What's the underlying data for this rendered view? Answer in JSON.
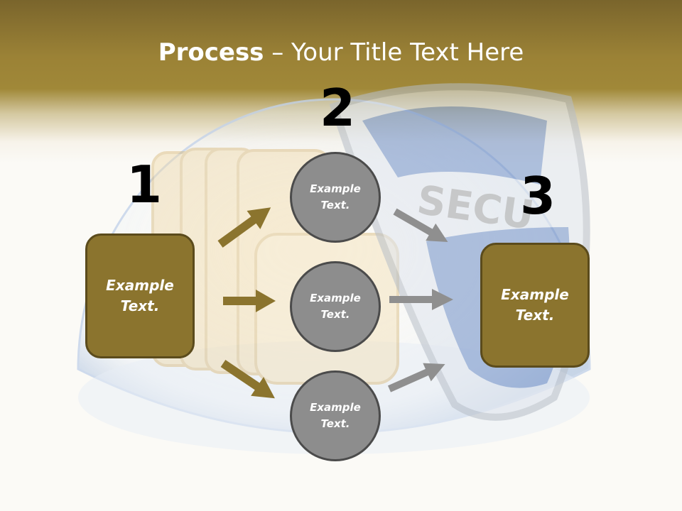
{
  "title": {
    "bold": "Process",
    "rest": " – Your Title Text Here"
  },
  "steps": {
    "one": {
      "number": "1",
      "text": "Example\nText."
    },
    "two": {
      "number": "2"
    },
    "three": {
      "number": "3",
      "text": "Example\nText."
    }
  },
  "circles": [
    {
      "text": "Example\nText."
    },
    {
      "text": "Example\nText."
    },
    {
      "text": "Example\nText."
    }
  ],
  "colors": {
    "gold": "#8b742e",
    "gold_dark": "#5b4b1c",
    "gray": "#8d8d8d",
    "gray_border": "#4b4b4b"
  },
  "background_art_text": "SECURITY"
}
